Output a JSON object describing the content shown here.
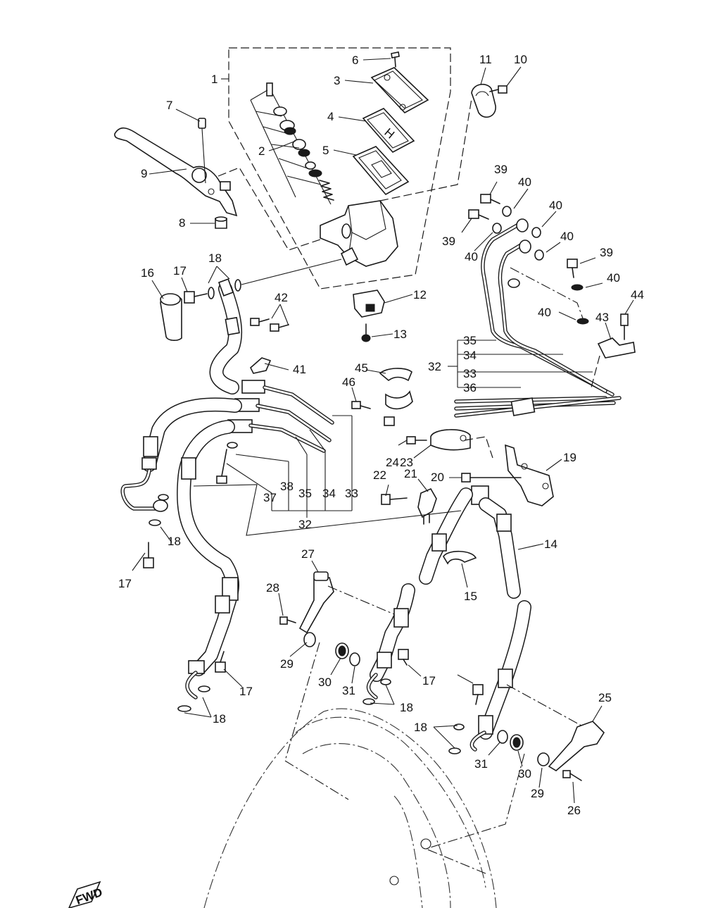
{
  "diagram": {
    "callouts": [
      "1",
      "2",
      "3",
      "4",
      "5",
      "6",
      "7",
      "8",
      "9",
      "10",
      "11",
      "12",
      "13",
      "14",
      "15",
      "16",
      "17",
      "17",
      "17",
      "17",
      "18",
      "18",
      "18",
      "18",
      "18",
      "19",
      "20",
      "21",
      "22",
      "23",
      "24",
      "25",
      "26",
      "27",
      "28",
      "29",
      "29",
      "30",
      "30",
      "31",
      "31",
      "32",
      "32",
      "33",
      "33",
      "34",
      "34",
      "35",
      "35",
      "36",
      "37",
      "38",
      "39",
      "39",
      "39",
      "40",
      "40",
      "40",
      "40",
      "40",
      "40",
      "41",
      "42",
      "43",
      "44",
      "45",
      "46"
    ],
    "fwd_badge": "FWD"
  }
}
